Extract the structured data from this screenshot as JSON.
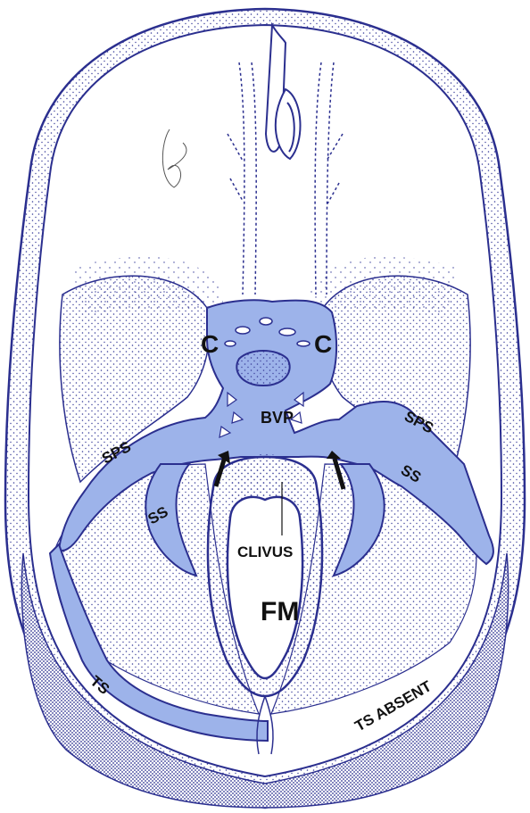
{
  "colors": {
    "ink": "#2b2f8f",
    "sinus_fill": "#9db3ea",
    "bone_fill": "#f4f5fb",
    "stipple": "#3a3f9a",
    "label": "#111111",
    "background": "#ffffff"
  },
  "labels": {
    "c_left": "C",
    "c_right": "C",
    "bvp": "BVP",
    "sps_left": "SPS",
    "sps_right": "SPS",
    "ss_left": "SS",
    "ss_right": "SS",
    "clivus": "CLIVUS",
    "fm": "FM",
    "ts_left": "TS",
    "ts_absent": "TS ABSENT"
  }
}
